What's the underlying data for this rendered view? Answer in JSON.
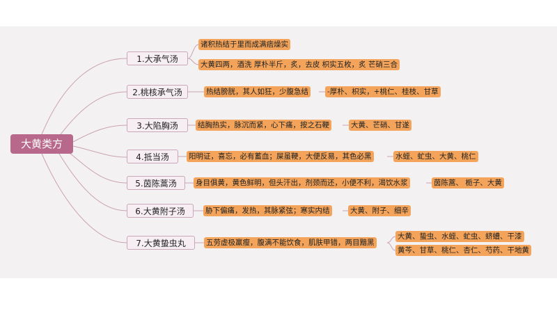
{
  "root": {
    "label": "大黄类方"
  },
  "branches": [
    {
      "label": "1.大承气汤",
      "details": [
        "诸积热结于里而成满痞燥实",
        "大黄四两，酒洗 厚朴半斤，炙，去皮 枳实五枚，炙 芒硝三合"
      ]
    },
    {
      "label": "2.桃核承气汤",
      "details": [
        "热结膀胱，其人如狂，少腹急结",
        "-厚朴、枳实，+桃仁、桂枝、甘草"
      ]
    },
    {
      "label": "3.大陷胸汤",
      "details": [
        "结胸热实，脉沉而紧，心下痛，按之石鞕",
        "大黄、芒硝、甘遂"
      ]
    },
    {
      "label": "4.抵当汤",
      "details": [
        "阳明证，喜忘，必有蓄血；屎虽鞕，大便反易，其色必黑",
        "水蛭、虻虫、大黄、桃仁"
      ]
    },
    {
      "label": "5.茵陈蒿汤",
      "details": [
        "身目俱黄，黄色鲜明，但头汗出，剂颈而还，小便不利，渴饮水浆",
        "茵陈蒿、 栀子、大黄"
      ]
    },
    {
      "label": "6.大黄附子汤",
      "details": [
        "胁下偏痛，发热，其脉紧弦；寒实内结",
        "大黄、附子、细辛"
      ]
    },
    {
      "label": "7.大黄蛰虫丸",
      "details": [
        "五劳虚极羸瘦，腹满不能饮食，肌肤甲错，两目黯黑",
        "大黄、蛰虫、水蛭、虻虫、蛴螬、干漆",
        "黄芩、甘草、桃仁、杏仁、芍药、干地黄"
      ]
    }
  ],
  "colors": {
    "root": "#b8688a",
    "branch_fill": "#f6eef3",
    "branch_border": "#caa6b8",
    "leaf": "#f3a45a",
    "link": "#c9a2b4",
    "canvas": "#f4f1f2"
  }
}
